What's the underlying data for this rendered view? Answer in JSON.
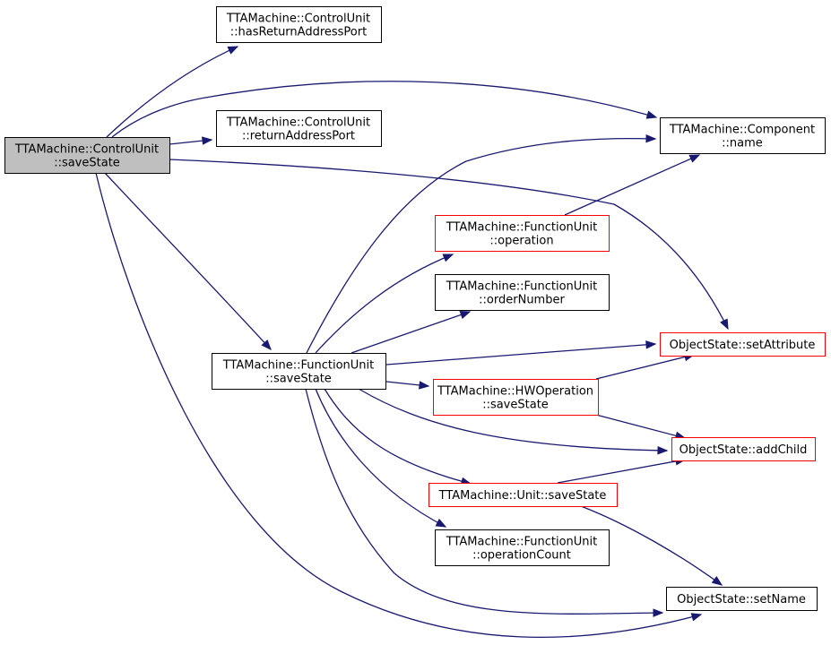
{
  "diagram": {
    "edge_color": "#191970",
    "nodes": [
      {
        "id": "cu_saveState",
        "lines": [
          "TTAMachine::ControlUnit",
          "::saveState"
        ],
        "fill": "#bfbfbf",
        "border": "#000000"
      },
      {
        "id": "cu_hasReturnAddressPort",
        "lines": [
          "TTAMachine::ControlUnit",
          "::hasReturnAddressPort"
        ],
        "fill": "#ffffff",
        "border": "#000000"
      },
      {
        "id": "cu_returnAddressPort",
        "lines": [
          "TTAMachine::ControlUnit",
          "::returnAddressPort"
        ],
        "fill": "#ffffff",
        "border": "#000000"
      },
      {
        "id": "component_name",
        "lines": [
          "TTAMachine::Component",
          "::name"
        ],
        "fill": "#ffffff",
        "border": "#000000"
      },
      {
        "id": "fu_operation",
        "lines": [
          "TTAMachine::FunctionUnit",
          "::operation"
        ],
        "fill": "#ffffff",
        "border": "#ff0000"
      },
      {
        "id": "fu_orderNumber",
        "lines": [
          "TTAMachine::FunctionUnit",
          "::orderNumber"
        ],
        "fill": "#ffffff",
        "border": "#000000"
      },
      {
        "id": "fu_saveState",
        "lines": [
          "TTAMachine::FunctionUnit",
          "::saveState"
        ],
        "fill": "#ffffff",
        "border": "#000000"
      },
      {
        "id": "os_setAttribute",
        "lines": [
          "ObjectState::setAttribute"
        ],
        "fill": "#ffffff",
        "border": "#ff0000"
      },
      {
        "id": "hwop_saveState",
        "lines": [
          "TTAMachine::HWOperation",
          "::saveState"
        ],
        "fill": "#ffffff",
        "border": "#ff0000"
      },
      {
        "id": "os_addChild",
        "lines": [
          "ObjectState::addChild"
        ],
        "fill": "#ffffff",
        "border": "#ff0000"
      },
      {
        "id": "unit_saveState",
        "lines": [
          "TTAMachine::Unit::saveState"
        ],
        "fill": "#ffffff",
        "border": "#ff0000"
      },
      {
        "id": "fu_operationCount",
        "lines": [
          "TTAMachine::FunctionUnit",
          "::operationCount"
        ],
        "fill": "#ffffff",
        "border": "#000000"
      },
      {
        "id": "os_setName",
        "lines": [
          "ObjectState::setName"
        ],
        "fill": "#ffffff",
        "border": "#000000"
      }
    ],
    "edges": [
      {
        "from": "cu_saveState",
        "to": "cu_hasReturnAddressPort"
      },
      {
        "from": "cu_saveState",
        "to": "component_name"
      },
      {
        "from": "cu_saveState",
        "to": "cu_returnAddressPort"
      },
      {
        "from": "cu_saveState",
        "to": "os_setAttribute"
      },
      {
        "from": "cu_saveState",
        "to": "fu_saveState"
      },
      {
        "from": "cu_saveState",
        "to": "os_setName"
      },
      {
        "from": "fu_saveState",
        "to": "component_name"
      },
      {
        "from": "fu_saveState",
        "to": "fu_operation"
      },
      {
        "from": "fu_saveState",
        "to": "fu_orderNumber"
      },
      {
        "from": "fu_saveState",
        "to": "os_setAttribute"
      },
      {
        "from": "fu_saveState",
        "to": "hwop_saveState"
      },
      {
        "from": "fu_saveState",
        "to": "os_addChild"
      },
      {
        "from": "fu_saveState",
        "to": "unit_saveState"
      },
      {
        "from": "fu_saveState",
        "to": "fu_operationCount"
      },
      {
        "from": "fu_saveState",
        "to": "os_setName"
      },
      {
        "from": "fu_operation",
        "to": "component_name"
      },
      {
        "from": "hwop_saveState",
        "to": "os_setAttribute"
      },
      {
        "from": "hwop_saveState",
        "to": "os_addChild"
      },
      {
        "from": "unit_saveState",
        "to": "os_addChild"
      },
      {
        "from": "unit_saveState",
        "to": "os_setName"
      }
    ]
  }
}
